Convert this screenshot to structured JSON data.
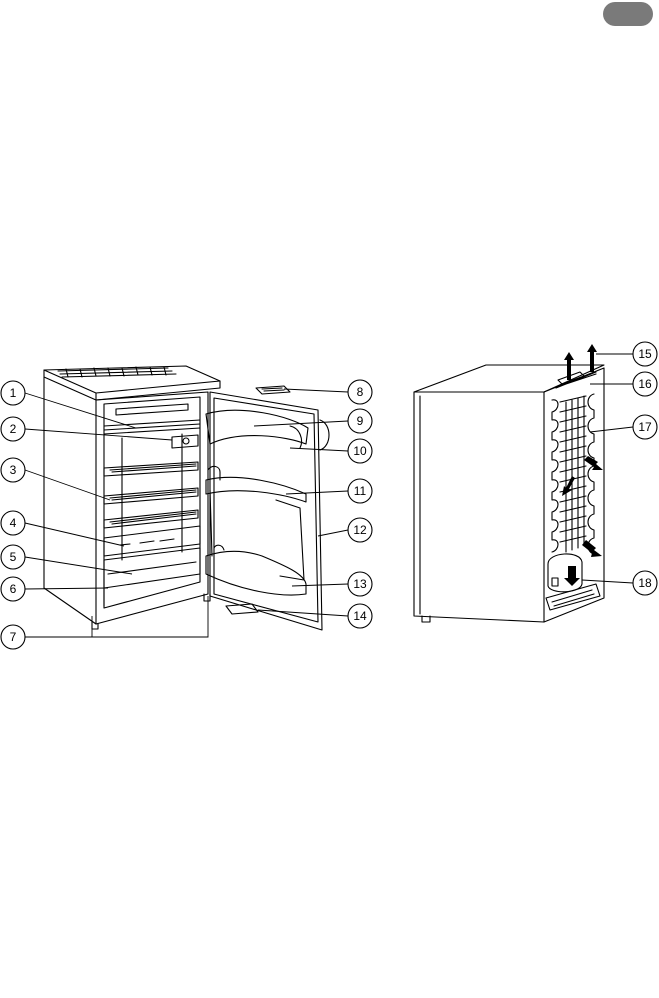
{
  "page": {
    "tab_color": "#7a7a7a",
    "line_color": "#000000"
  },
  "callouts": [
    {
      "id": "1",
      "label": "1"
    },
    {
      "id": "2",
      "label": "2"
    },
    {
      "id": "3",
      "label": "3"
    },
    {
      "id": "4",
      "label": "4"
    },
    {
      "id": "5",
      "label": "5"
    },
    {
      "id": "6",
      "label": "6"
    },
    {
      "id": "7",
      "label": "7"
    },
    {
      "id": "8",
      "label": "8"
    },
    {
      "id": "9",
      "label": "9"
    },
    {
      "id": "10",
      "label": "10"
    },
    {
      "id": "11",
      "label": "11"
    },
    {
      "id": "12",
      "label": "12"
    },
    {
      "id": "13",
      "label": "13"
    },
    {
      "id": "14",
      "label": "14"
    },
    {
      "id": "15",
      "label": "15"
    },
    {
      "id": "16",
      "label": "16"
    },
    {
      "id": "17",
      "label": "17"
    },
    {
      "id": "18",
      "label": "18"
    }
  ]
}
